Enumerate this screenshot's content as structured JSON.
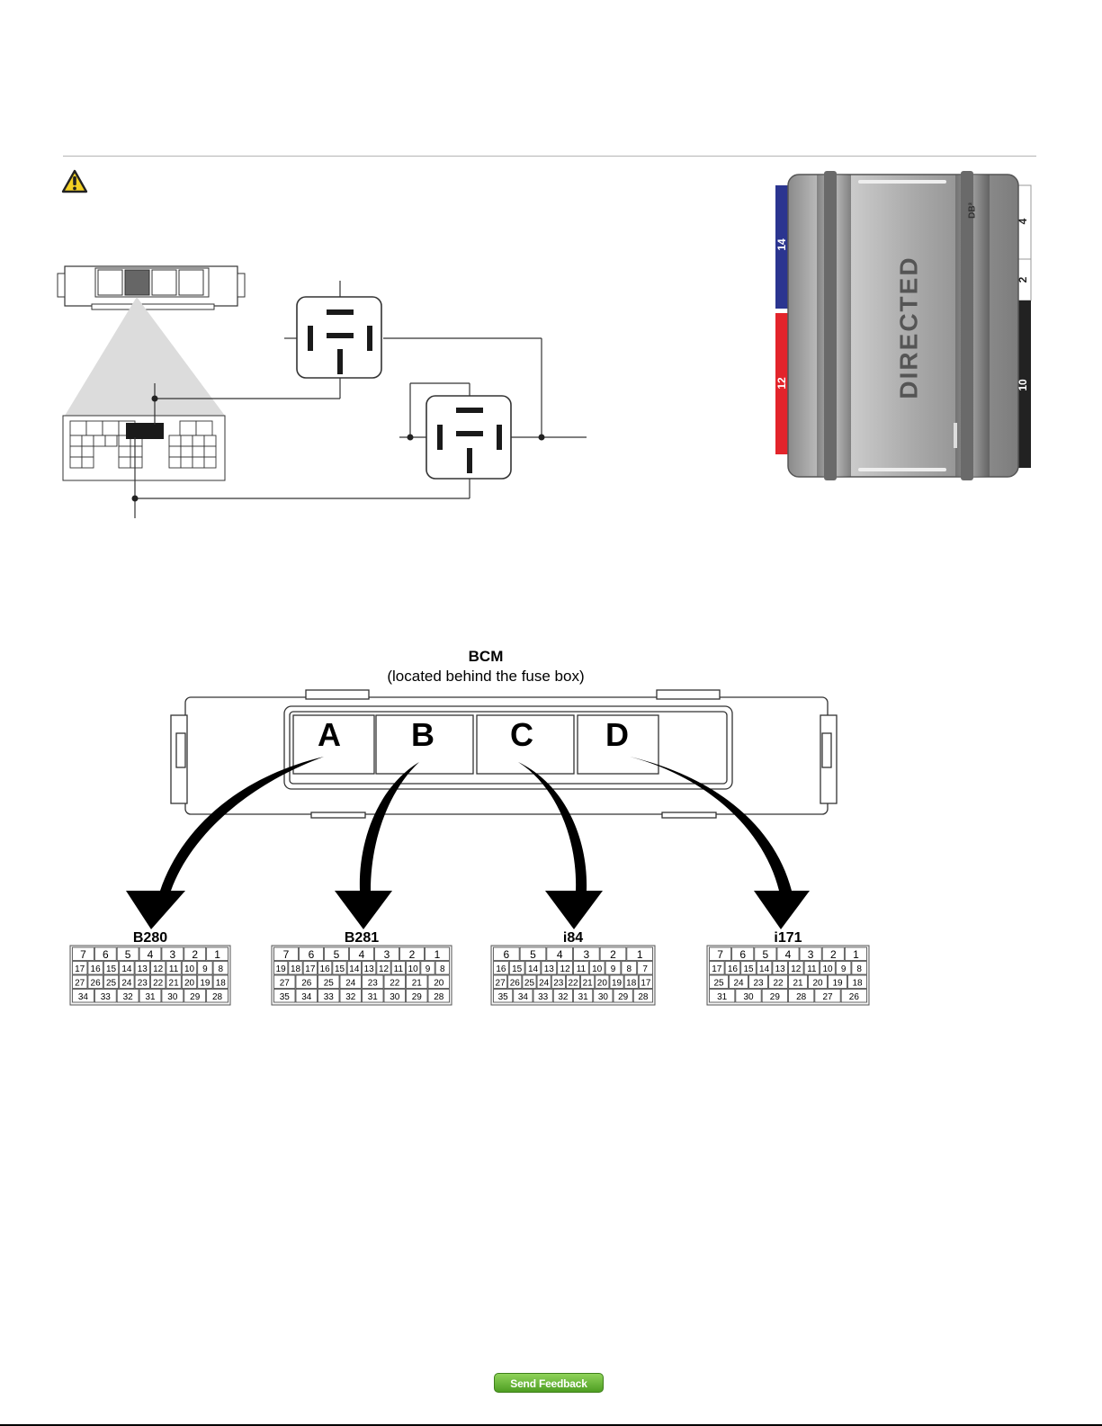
{
  "module": {
    "brand": "DIRECTED",
    "model_badge": "DB³",
    "connector_labels": {
      "left_top": "14",
      "left_bottom": "12",
      "right_top": "4",
      "right_middle": "2",
      "right_bottom": "10"
    },
    "colors": {
      "left_top": "#2b3590",
      "left_bottom": "#e3242b",
      "right_top": "#ffffff",
      "right_middle": "#ffffff",
      "right_bottom": "#222222"
    }
  },
  "bcm": {
    "title": "BCM",
    "subtitle": "(located behind the fuse box)",
    "sockets": [
      "A",
      "B",
      "C",
      "D"
    ]
  },
  "connectors": [
    {
      "name": "B280",
      "rows": [
        [
          "7",
          "6",
          "5",
          "4",
          "3",
          "2",
          "1"
        ],
        [
          "17",
          "16",
          "15",
          "14",
          "13",
          "12",
          "11",
          "10",
          "9",
          "8"
        ],
        [
          "27",
          "26",
          "25",
          "24",
          "23",
          "22",
          "21",
          "20",
          "19",
          "18"
        ],
        [
          "34",
          "33",
          "32",
          "31",
          "30",
          "29",
          "28"
        ]
      ]
    },
    {
      "name": "B281",
      "rows": [
        [
          "7",
          "6",
          "5",
          "4",
          "3",
          "2",
          "1"
        ],
        [
          "19",
          "18",
          "17",
          "16",
          "15",
          "14",
          "13",
          "12",
          "11",
          "10",
          "9",
          "8"
        ],
        [
          "27",
          "26",
          "25",
          "24",
          "23",
          "22",
          "21",
          "20"
        ],
        [
          "35",
          "34",
          "33",
          "32",
          "31",
          "30",
          "29",
          "28"
        ]
      ]
    },
    {
      "name": "i84",
      "rows": [
        [
          "6",
          "5",
          "4",
          "3",
          "2",
          "1"
        ],
        [
          "16",
          "15",
          "14",
          "13",
          "12",
          "11",
          "10",
          "9",
          "8",
          "7"
        ],
        [
          "27",
          "26",
          "25",
          "24",
          "23",
          "22",
          "21",
          "20",
          "19",
          "18",
          "17"
        ],
        [
          "35",
          "34",
          "33",
          "32",
          "31",
          "30",
          "29",
          "28"
        ]
      ]
    },
    {
      "name": "i171",
      "rows": [
        [
          "7",
          "6",
          "5",
          "4",
          "3",
          "2",
          "1"
        ],
        [
          "17",
          "16",
          "15",
          "14",
          "13",
          "12",
          "11",
          "10",
          "9",
          "8"
        ],
        [
          "25",
          "24",
          "23",
          "22",
          "21",
          "20",
          "19",
          "18"
        ],
        [
          "31",
          "30",
          "29",
          "28",
          "27",
          "26"
        ]
      ]
    }
  ],
  "feedback_label": "Send Feedback"
}
